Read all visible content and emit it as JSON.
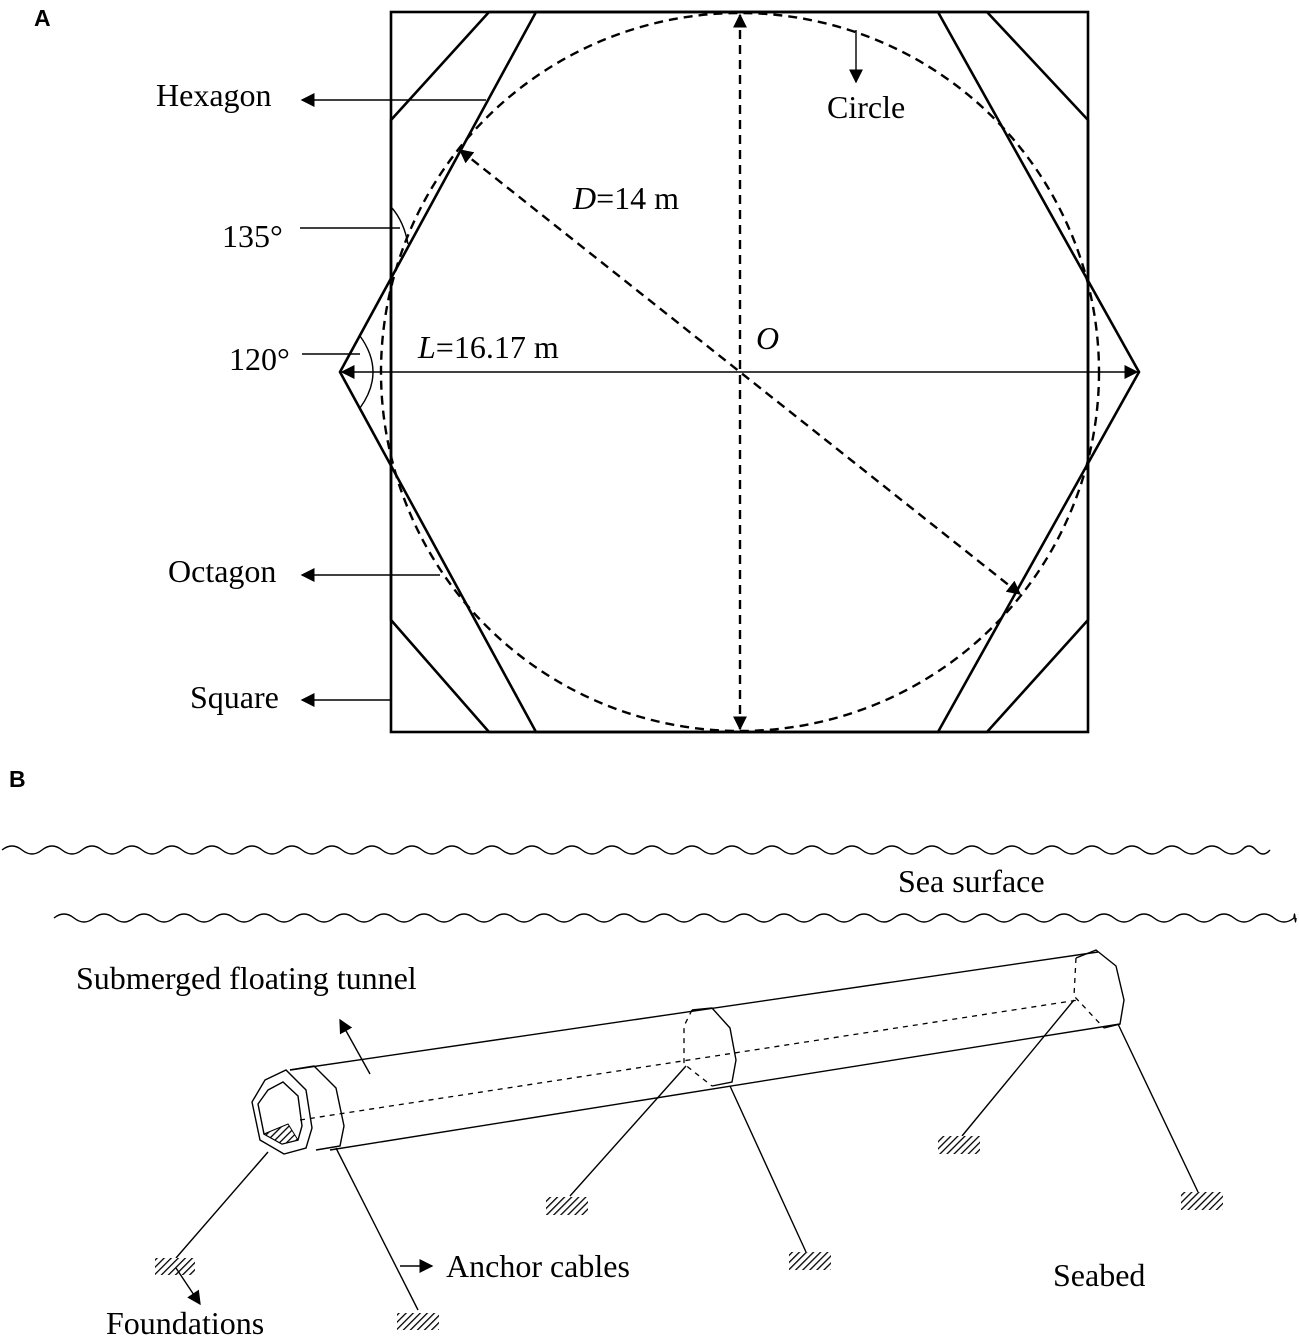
{
  "panel_a": {
    "panel_label": "A",
    "labels": {
      "hexagon": "Hexagon",
      "circle": "Circle",
      "octagon": "Octagon",
      "square": "Square",
      "angle_135": "135°",
      "angle_120": "120°",
      "diameter_var": "D",
      "diameter_val": "=14 m",
      "length_var": "L",
      "length_val": "=16.17 m",
      "center": "O"
    }
  },
  "panel_b": {
    "panel_label": "B",
    "labels": {
      "sea_surface": "Sea surface",
      "tunnel": "Submerged floating tunnel",
      "anchor_cables": "Anchor cables",
      "foundations": "Foundations",
      "seabed": "Seabed"
    }
  }
}
